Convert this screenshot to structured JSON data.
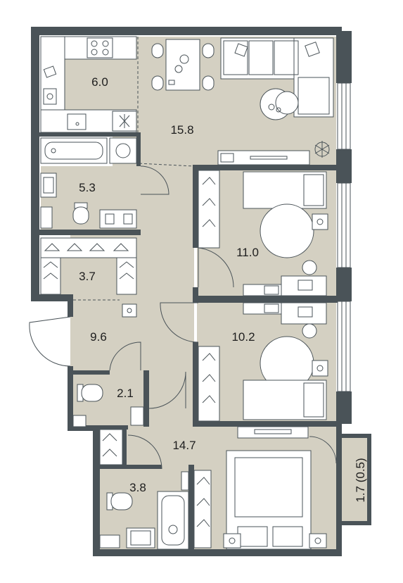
{
  "colors": {
    "wall": "#4a5358",
    "floor": "#d4d0c2",
    "background": "#ffffff"
  },
  "rooms": [
    {
      "id": "kitchen",
      "area": "6.0"
    },
    {
      "id": "living",
      "area": "15.8"
    },
    {
      "id": "bath-1",
      "area": "5.3"
    },
    {
      "id": "bedroom-1",
      "area": "11.0"
    },
    {
      "id": "closet-1",
      "area": "3.7"
    },
    {
      "id": "hall",
      "area": "9.6"
    },
    {
      "id": "bedroom-2",
      "area": "10.2"
    },
    {
      "id": "wc",
      "area": "2.1"
    },
    {
      "id": "corridor",
      "area": "14.7"
    },
    {
      "id": "bath-2",
      "area": "3.8"
    },
    {
      "id": "balcony",
      "area": "1.7 (0.5)"
    }
  ],
  "icons": [
    "sink-icon",
    "stove-icon",
    "toilet-icon",
    "bathtub-icon",
    "washer-icon",
    "bed-icon",
    "sofa-icon",
    "table-icon",
    "plant-icon",
    "hanger-icon",
    "desk-icon",
    "door-icon",
    "window-icon"
  ]
}
